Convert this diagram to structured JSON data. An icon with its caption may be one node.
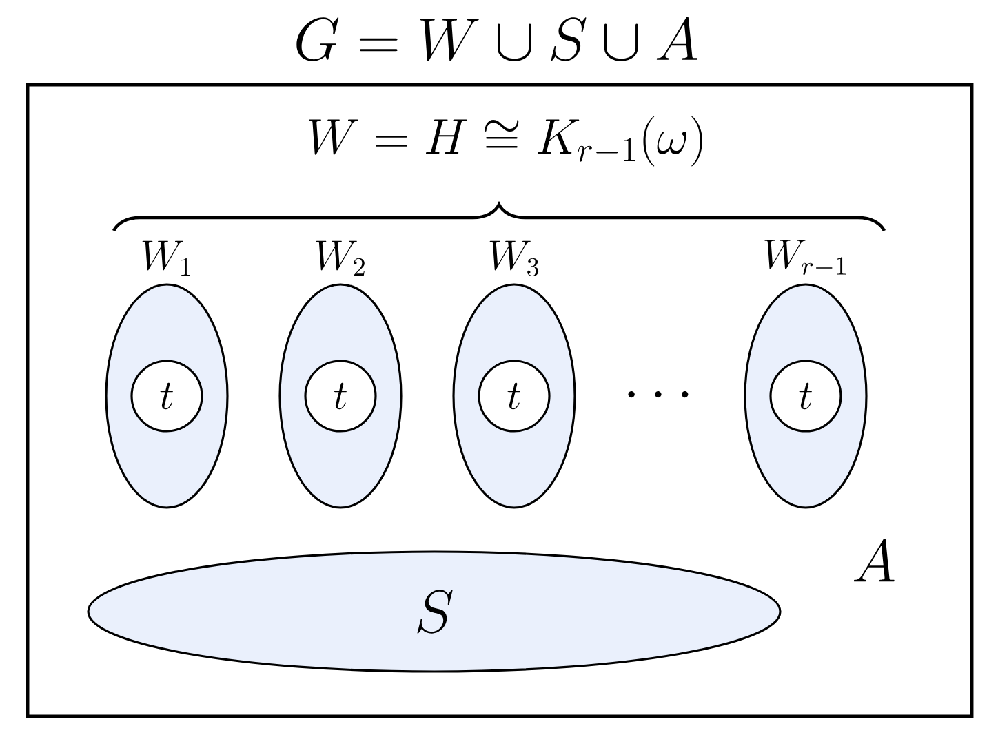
{
  "diagram": {
    "title": "G = W \\cup S \\cup A",
    "nodes": [
      {
        "text": [
          "A"
        ]
      },
      {
        "text": [
          "W_1"
        ],
        "in": 0
      },
      {
        "text": [
          "t"
        ],
        "in": 1
      },
      {
        "text": [
          "W_2"
        ],
        "in": 0
      },
      {
        "text": [
          "t"
        ],
        "in": 3
      },
      {
        "text": [
          "W_3"
        ],
        "in": 0
      },
      {
        "text": [
          "t"
        ],
        "in": 5
      },
      {
        "text": [
          "W_{r-1}"
        ],
        "in": 0
      },
      {
        "text": [
          "t"
        ],
        "in": 7
      },
      {
        "text": [
          "S"
        ],
        "in": 0
      }
    ],
    "labels": [
      "W = H \\cong K_{r-1}(\\omega)",
      "\\cdots"
    ]
  }
}
